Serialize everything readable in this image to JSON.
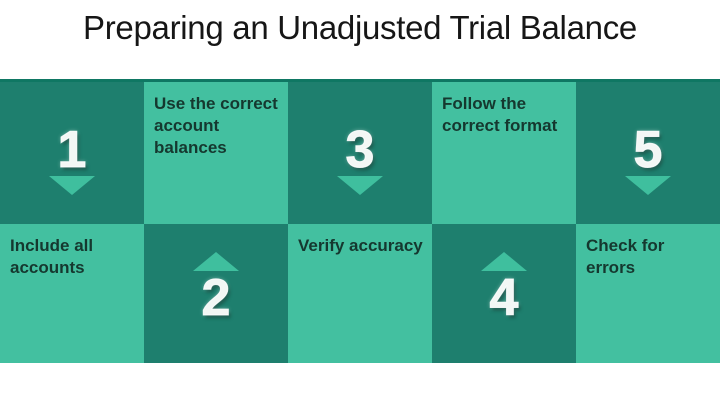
{
  "title": "Preparing an Unadjusted Trial Balance",
  "steps": [
    {
      "number": "1",
      "label": "Include all accounts",
      "arrow": "down"
    },
    {
      "number": "2",
      "label": "Use the correct account balances",
      "arrow": "up"
    },
    {
      "number": "3",
      "label": "Verify accuracy",
      "arrow": "down"
    },
    {
      "number": "4",
      "label": "Follow the correct format",
      "arrow": "up"
    },
    {
      "number": "5",
      "label": "Check for errors",
      "arrow": "down"
    }
  ],
  "colors": {
    "dark_teal": "#1e7f6e",
    "light_teal": "#43c0a0",
    "arrow_accent": "#3fbf9e",
    "label_text": "#15382f",
    "title_text": "#161616",
    "background": "#ffffff",
    "grid_top_border": "#0f7763"
  }
}
